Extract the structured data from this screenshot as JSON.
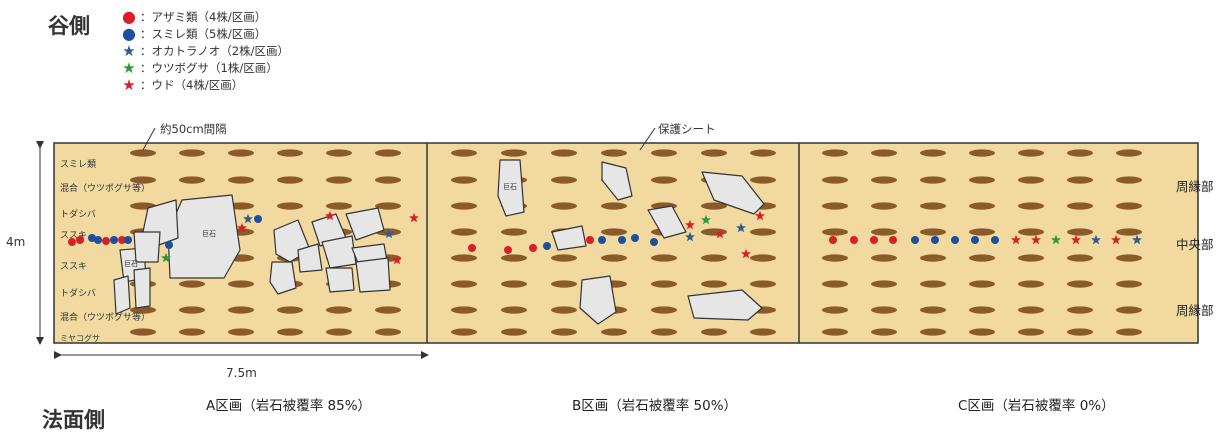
{
  "top_side": "谷側",
  "bottom_side": "法面側",
  "legend": [
    {
      "symbol": "●",
      "color": "#d81f26",
      "label": "：アザミ類（4株/区画）"
    },
    {
      "symbol": "●",
      "color": "#1c4f9c",
      "label": "：スミレ類（5株/区画）"
    },
    {
      "symbol": "★",
      "color": "#2f5c8a",
      "label": "：オカトラノオ（2株/区画）"
    },
    {
      "symbol": "★",
      "color": "#2a9a3c",
      "label": "：ウツボグサ（1株/区画）"
    },
    {
      "symbol": "★",
      "color": "#d81f26",
      "label": "：ウド（4株/区画）"
    }
  ],
  "annotations": {
    "spacing": "約50cm間隔",
    "sheet": "保護シート",
    "height": "4m",
    "width": "7.5m",
    "rock_label": "巨石"
  },
  "row_labels": [
    "スミレ類",
    "混合（ウツボグサ等）",
    "トダシバ",
    "ススキ",
    "ススキ",
    "トダシバ",
    "混合（ウツボグサ等）",
    "ミヤコグサ"
  ],
  "right_labels": [
    "周縁部",
    "中央部",
    "周縁部"
  ],
  "sections": [
    {
      "label": "A区画（岩石被覆率 85%）"
    },
    {
      "label": "B区画（岩石被覆率 50%）"
    },
    {
      "label": "C区画（岩石被覆率 0%）"
    }
  ],
  "colors": {
    "plot_fill": "#f1d9a0",
    "hole": "#8b5a2b",
    "rock_fill": "#e6e6e6",
    "red": "#d81f26",
    "blue": "#1c4f9c",
    "star_blue": "#2f5c8a",
    "green": "#2a9a3c"
  }
}
